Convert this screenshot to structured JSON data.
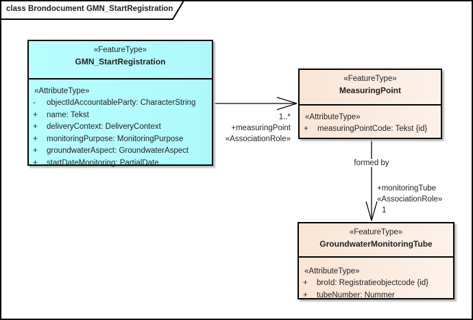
{
  "frame": {
    "title": "class Brondocument GMN_StartRegistration"
  },
  "classes": {
    "gmn": {
      "stereotype": "«FeatureType»",
      "name": "GMN_StartRegistration",
      "section_label": "«AttributeType»",
      "attributes": [
        {
          "vis": "-",
          "text": "objectIdAccountableParty: CharacterString"
        },
        {
          "vis": "+",
          "text": "name: Tekst"
        },
        {
          "vis": "+",
          "text": "deliveryContext: DeliveryContext"
        },
        {
          "vis": "+",
          "text": "monitoringPurpose: MonitoringPurpose"
        },
        {
          "vis": "+",
          "text": "groundwaterAspect: GroundwaterAspect"
        },
        {
          "vis": "+",
          "text": "startDateMonitoring: PartialDate"
        }
      ]
    },
    "measuringpoint": {
      "stereotype": "«FeatureType»",
      "name": "MeasuringPoint",
      "section_label": "«AttributeType»",
      "attributes": [
        {
          "vis": "+",
          "text": "measuringPointCode: Tekst {id}"
        }
      ]
    },
    "tube": {
      "stereotype": "«FeatureType»",
      "name": "GroundwaterMonitoringTube",
      "section_label": "«AttributeType»",
      "attributes": [
        {
          "vis": "+",
          "text": "broId: Registratieobjectcode {id}"
        },
        {
          "vis": "+",
          "text": "tubeNumber: Nummer"
        }
      ]
    }
  },
  "associations": {
    "measuring_point": {
      "multiplicity": "1..*",
      "role": "+measuringPoint",
      "stereotype": "«AssociationRole»"
    },
    "monitoring_tube": {
      "name": "formed by",
      "role": "+monitoringTube",
      "stereotype": "«AssociationRole»",
      "multiplicity": "1"
    }
  },
  "colors": {
    "feature_type_cyan": "#b2fbfe",
    "feature_type_peach": "#fae8da",
    "border": "#000000",
    "shadow": "#bdbdbd",
    "background": "#ffffff"
  }
}
